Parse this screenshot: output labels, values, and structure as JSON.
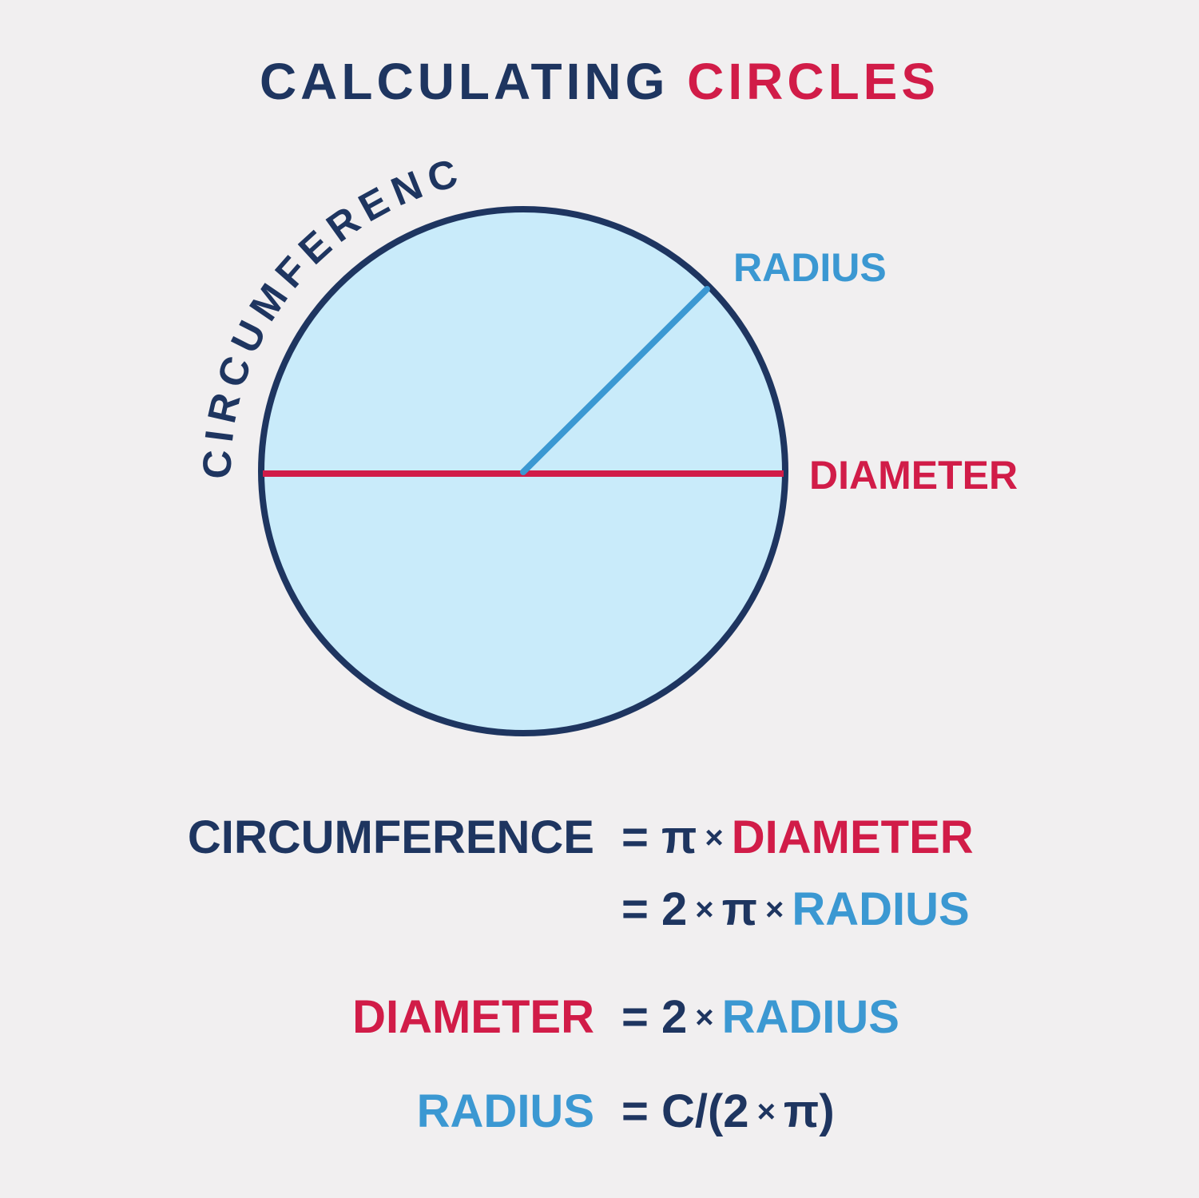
{
  "title": {
    "part1": "CALCULATING",
    "part2": "CIRCLES"
  },
  "diagram": {
    "circumference_label": "CIRCUMFERENCE",
    "radius_label": "RADIUS",
    "diameter_label": "DIAMETER"
  },
  "formulas": {
    "f1": {
      "lhs": "CIRCUMFERENCE",
      "eq": "= π",
      "times": "×",
      "term": "DIAMETER"
    },
    "f2": {
      "eq": "= 2",
      "times1": "×",
      "pi": "π",
      "times2": "×",
      "term": "RADIUS"
    },
    "f3": {
      "lhs": "DIAMETER",
      "eq": "= 2",
      "times": "×",
      "term": "RADIUS"
    },
    "f4": {
      "lhs": "RADIUS",
      "eq": "= C/(2",
      "times": "×",
      "tail": "π)"
    }
  },
  "colors": {
    "navy": "#1e3560",
    "red": "#d11c48",
    "blue": "#3b98d2",
    "circle_fill": "#c9ebfa",
    "background": "#f1eff0"
  }
}
